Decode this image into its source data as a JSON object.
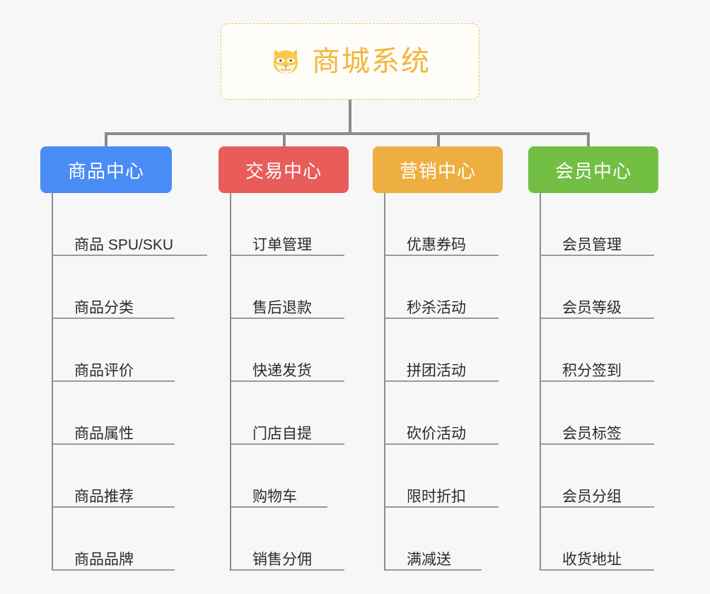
{
  "canvas": {
    "background": "#f7f7f7",
    "connector_color": "#8c8c8c"
  },
  "root": {
    "title": "商城系统",
    "icon": "shiba-dog-face-icon",
    "text_color": "#f2b63c",
    "border_color": "#e8c06a",
    "background": "#fffdf8"
  },
  "branches": [
    {
      "label": "商品中心",
      "color": "#4a8cf5",
      "items": [
        "商品 SPU/SKU",
        "商品分类",
        "商品评价",
        "商品属性",
        "商品推荐",
        "商品品牌"
      ]
    },
    {
      "label": "交易中心",
      "color": "#e85d59",
      "items": [
        "订单管理",
        "售后退款",
        "快递发货",
        "门店自提",
        "购物车",
        "销售分佣"
      ]
    },
    {
      "label": "营销中心",
      "color": "#edaf41",
      "items": [
        "优惠券码",
        "秒杀活动",
        "拼团活动",
        "砍价活动",
        "限时折扣",
        "满减送"
      ]
    },
    {
      "label": "会员中心",
      "color": "#72bf44",
      "items": [
        "会员管理",
        "会员等级",
        "积分签到",
        "会员标签",
        "会员分组",
        "收货地址"
      ]
    }
  ]
}
